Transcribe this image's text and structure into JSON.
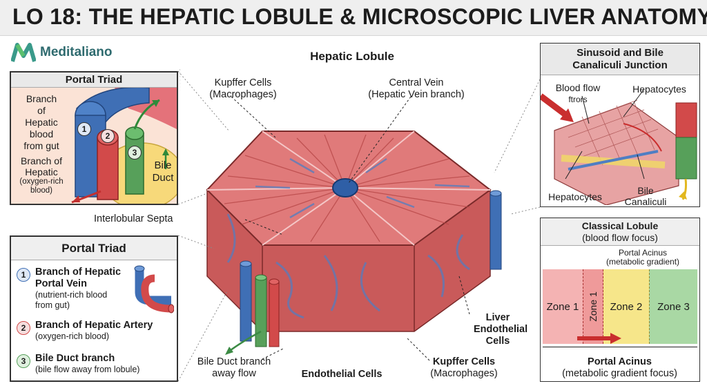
{
  "title": "LO 18: THE HEPATIC LOBULE & MICROSCOPIC LIVER ANATOMY",
  "brand": "Meditaliano",
  "center": {
    "heading": "Hepatic Lobule",
    "kupffer_top": [
      "Kupffer Cells",
      "(Macrophages)"
    ],
    "central_vein": [
      "Central Vein",
      "(Hepatic Vein branch)"
    ],
    "interlobular_septa": "Interlobular Septa",
    "liver_endothelial": [
      "Liver",
      "Endothelial",
      "Cells"
    ],
    "bile_duct_flow": [
      "Bile Duct branch",
      "away flow"
    ],
    "endothelial_cells": "Endothelial Cells",
    "kupffer_bottom": [
      "Kupffer Cells",
      "(Macrophages)"
    ]
  },
  "portal_triad_top": {
    "heading": "Portal Triad",
    "vein_label": [
      "Branch",
      "of",
      "Hepatic",
      "blood",
      "from gut"
    ],
    "artery_label": [
      "Branch of",
      "Hepatic",
      "(oxygen-rich",
      "blood)"
    ],
    "bile_label": [
      "Bile",
      "Duct"
    ],
    "numbers": [
      "1",
      "2",
      "3"
    ]
  },
  "portal_triad_legend": {
    "heading": "Portal Triad",
    "items": [
      {
        "num": "1",
        "title": [
          "Branch of Hepatic",
          "Portal Vein"
        ],
        "sub": [
          "(nutrient-rich blood",
          "from gut)"
        ],
        "color": "#3f6fb5"
      },
      {
        "num": "2",
        "title": [
          "Branch of Hepatic Artery"
        ],
        "sub": [
          "(oxygen-rich blood)"
        ],
        "color": "#d24a4a"
      },
      {
        "num": "3",
        "title": [
          "Bile Duct branch"
        ],
        "sub": [
          "(bile flow away from lobule)"
        ],
        "color": "#57a05a"
      }
    ]
  },
  "sinusoid_panel": {
    "heading": [
      "Sinusoid and Bile",
      "Canaliculi Junction"
    ],
    "blood_flow": [
      "Blood flow",
      "ftrors"
    ],
    "hepatocytes_top": "Hepatocytes",
    "hepatocytes_bottom": "Hepatocytes",
    "bile_canaliculi": [
      "Bile",
      "Canaliculi"
    ]
  },
  "acinus_panel": {
    "heading": [
      "Classical Lobule",
      "(blood flow focus)"
    ],
    "portal_acinus_small": [
      "Portal Acinus",
      "(metabolic gradient)"
    ],
    "zones": [
      "Zone 1",
      "Zone 1",
      "Zone 2",
      "Zone 3"
    ],
    "footer": [
      "Portal Acinus",
      "(metabolic gradient focus)"
    ]
  },
  "colors": {
    "portal_vein": "#3f6fb5",
    "hepatic_artery": "#d24a4a",
    "bile_duct": "#57a05a",
    "lobule_tissue": "#d96f6f",
    "zone1": "#f4b3b3",
    "zone2": "#f6e68a",
    "zone3": "#a9d8a4"
  }
}
